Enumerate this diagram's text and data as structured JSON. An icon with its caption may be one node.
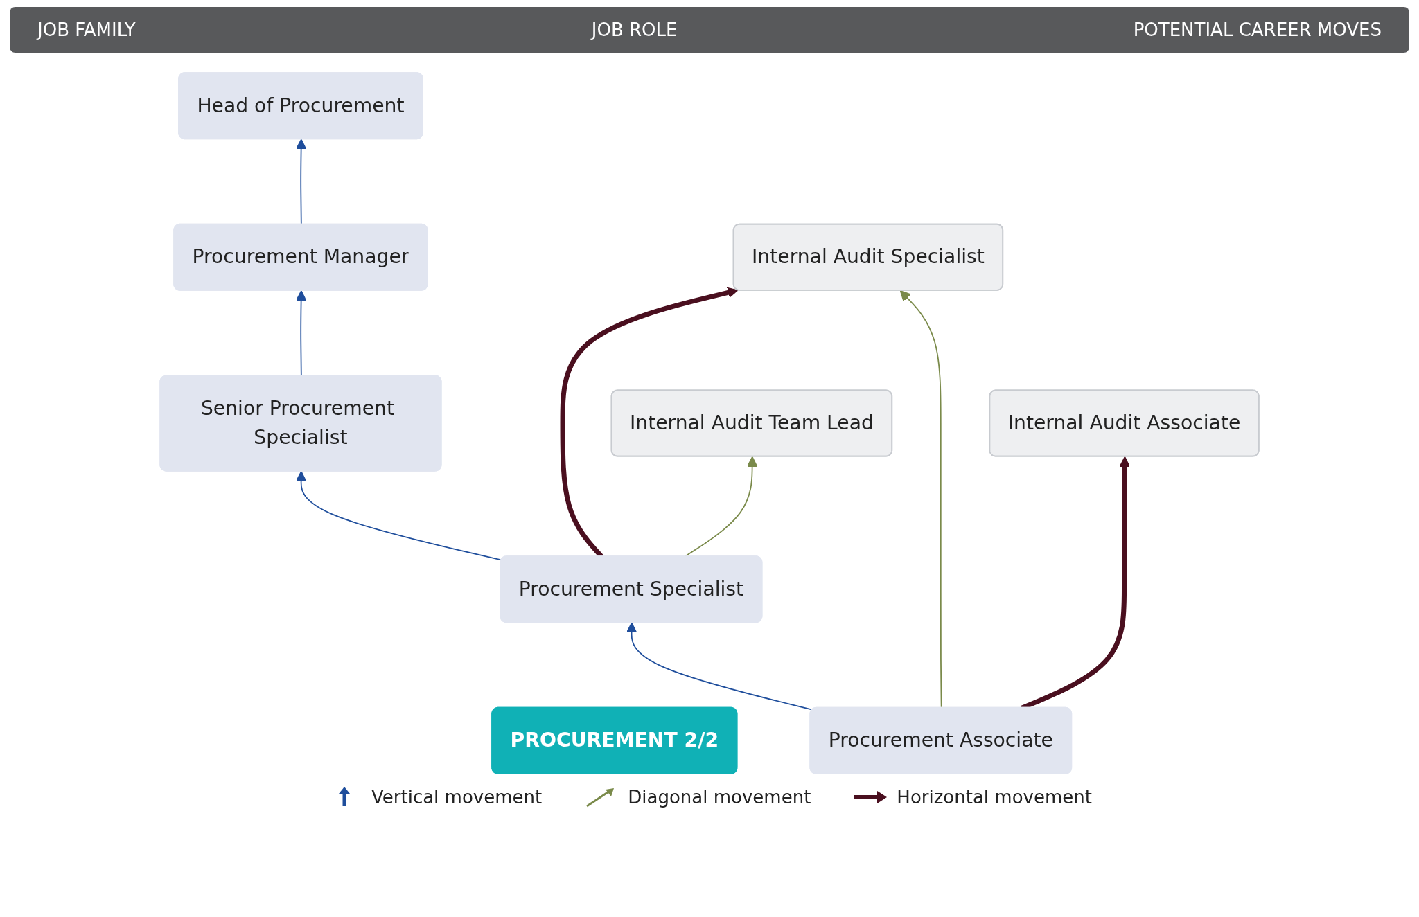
{
  "diagram": {
    "nodes": [
      {
        "text": [
          "PROCUREMENT 2/2"
        ]
      },
      {
        "text": [
          "Head of Procurement"
        ]
      },
      {
        "text": [
          "Procurement Manager"
        ]
      },
      {
        "text": [
          "Senior Procurement Specialist"
        ]
      },
      {
        "text": [
          "Procurement Specialist"
        ]
      },
      {
        "text": [
          "Procurement Associate"
        ]
      },
      {
        "text": [
          "Internal Audit Team Lead"
        ]
      },
      {
        "text": [
          "Internal Audit Specialist"
        ]
      },
      {
        "text": [
          "Internal Audit Associate"
        ]
      }
    ],
    "edges": [
      {
        "from": 2,
        "to": 1,
        "arrow": "to",
        "color": "#1f4e9c"
      },
      {
        "from": 3,
        "to": 2,
        "arrow": "to",
        "color": "#1f4e9c"
      },
      {
        "from": 4,
        "to": 3,
        "arrow": "to",
        "color": "#1f4e9c"
      },
      {
        "from": 5,
        "to": 4,
        "arrow": "to",
        "color": "#1f4e9c"
      },
      {
        "from": 4,
        "to": 7,
        "arrow": "to",
        "color": "#4a0f1f",
        "style": "thick"
      },
      {
        "from": 4,
        "to": 6,
        "arrow": "to",
        "color": "#7a8a4a"
      },
      {
        "from": 5,
        "to": 7,
        "arrow": "to",
        "color": "#7a8a4a"
      },
      {
        "from": 5,
        "to": 8,
        "arrow": "to",
        "color": "#4a0f1f",
        "style": "thick"
      }
    ],
    "labels": [
      "JOB FAMILY",
      "JOB ROLE",
      "POTENTIAL CAREER MOVES"
    ],
    "legend": [
      {
        "text": "Vertical movement"
      },
      {
        "text": "Diagonal movement"
      },
      {
        "text": "Horizontal movement"
      }
    ]
  }
}
